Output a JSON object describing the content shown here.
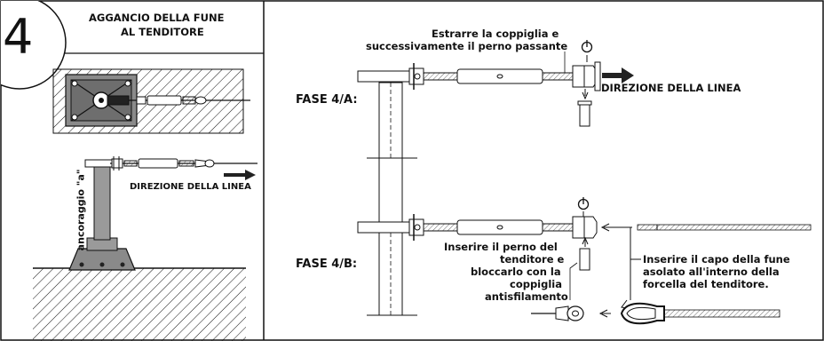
{
  "step": {
    "number": "4",
    "title_line1": "AGGANCIO DELLA FUNE",
    "title_line2": "AL TENDITORE"
  },
  "left_panel": {
    "anchor_label": "ancoraggio \"a\"",
    "direction_label": "DIREZIONE DELLA LINEA"
  },
  "phase_a": {
    "label": "FASE 4/A:",
    "instruction_line1": "Estrarre la coppiglia e",
    "instruction_line2": "successivamente il perno passante",
    "direction_label": "DIREZIONE DELLA LINEA"
  },
  "phase_b": {
    "label": "FASE 4/B:",
    "instruction_pin_line1": "Inserire il perno del",
    "instruction_pin_line2": "tenditore e",
    "instruction_pin_line3": "bloccarlo con la",
    "instruction_pin_line4": "coppiglia",
    "instruction_pin_line5": "antisfilamento",
    "instruction_rope_line1": "Inserire il capo della fune",
    "instruction_rope_line2": "asolato all'interno della",
    "instruction_rope_line3": "forcella del tenditore."
  },
  "colors": {
    "ink": "#111111",
    "grey_fill": "#8a8a8a",
    "dark_fill": "#333333"
  }
}
